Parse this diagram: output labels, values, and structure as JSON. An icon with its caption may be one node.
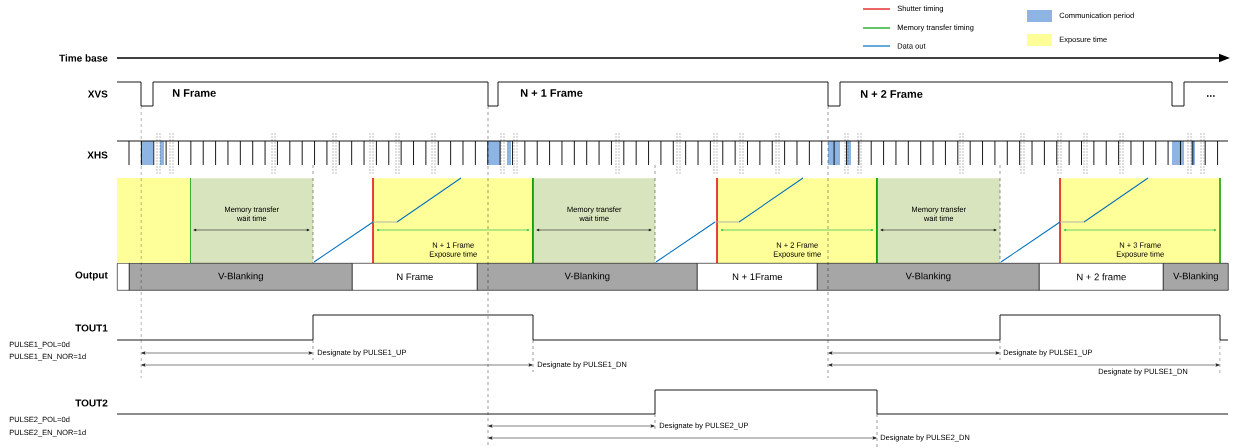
{
  "diagram": {
    "nodes": [
      {
        "text": [
          "Memory transfer wait time"
        ]
      },
      {
        "text": [
          "N + 1 Frame Exposure time"
        ]
      },
      {
        "text": [
          "Memory transfer wait time"
        ]
      },
      {
        "text": [
          "N + 2 Frame Exposure time"
        ]
      },
      {
        "text": [
          "Memory transfer wait time"
        ]
      },
      {
        "text": [
          "N + 3 Frame Exposure time"
        ]
      },
      {
        "text": [],
        "shape": "box"
      },
      {
        "text": [
          "V-Blanking"
        ]
      },
      {
        "text": [
          "N Frame"
        ]
      },
      {
        "text": [
          "V-Blanking"
        ]
      },
      {
        "text": [
          "N + 1Frame"
        ]
      },
      {
        "text": [
          "V-Blanking"
        ]
      },
      {
        "text": [
          "N + 2 frame"
        ]
      },
      {
        "text": [
          "V-Blanking"
        ]
      }
    ],
    "labels": [
      "Time base",
      "XVS",
      "N Frame",
      "N + 1 Frame",
      "N + 2 Frame",
      "...",
      "XHS",
      "Output",
      "TOUT1",
      "PULSE1_POL=0d",
      "PULSE1_EN_NOR=1d",
      "Designate by PULSE1_UP",
      "Designate by PULSE1_DN",
      "Designate by PULSE1_UP",
      "Designate by PULSE1_DN",
      "TOUT2",
      "PULSE2_POL=0d",
      "PULSE2_EN_NOR=1d",
      "Designate by PULSE2_UP",
      "Designate by PULSE2_DN"
    ],
    "legend": [
      {
        "text": "Shutter timing"
      },
      {
        "text": "Memory transfer timing"
      },
      {
        "text": "Data out"
      },
      {
        "text": "Communication period",
        "color": "#8eb4e3"
      },
      {
        "text": "Exposure time",
        "color": "#ffff99"
      }
    ]
  }
}
